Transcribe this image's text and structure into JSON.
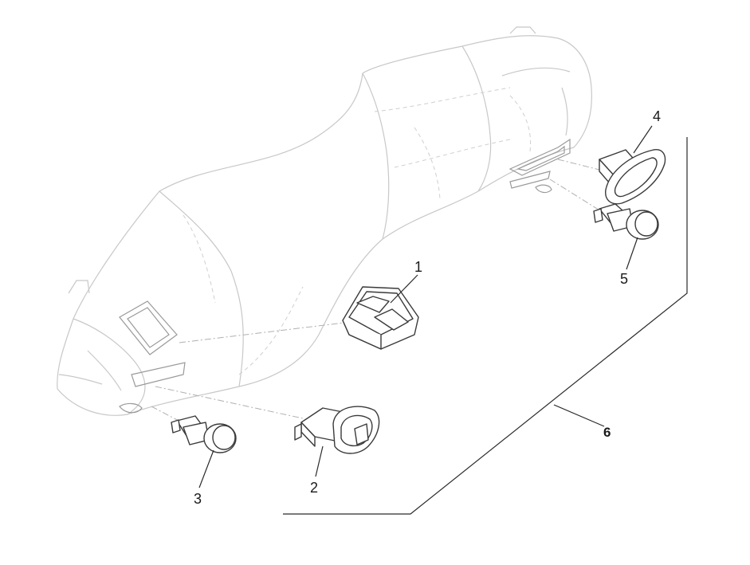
{
  "callouts": {
    "c1": "1",
    "c2": "2",
    "c3": "3",
    "c4": "4",
    "c5": "5",
    "c6": "6"
  },
  "colors": {
    "ghost_line": "#c8c8c8",
    "part_line": "#3a3a3a",
    "leader": "#2a2a2a",
    "dash": "#b0b0b0"
  }
}
